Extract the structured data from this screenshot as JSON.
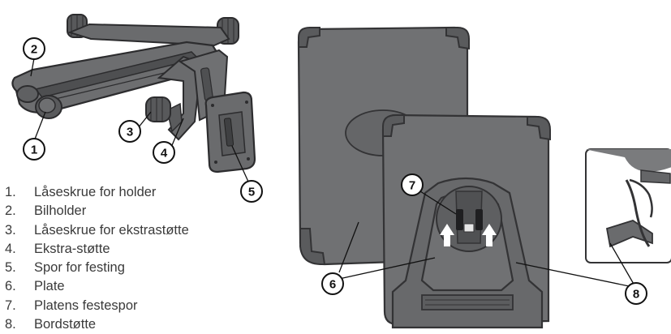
{
  "callouts": [
    "1",
    "2",
    "3",
    "4",
    "5",
    "6",
    "7",
    "8"
  ],
  "legend": [
    {
      "num": "1.",
      "text": "Låseskrue for holder"
    },
    {
      "num": "2.",
      "text": "Bilholder"
    },
    {
      "num": "3.",
      "text": "Låseskrue for ekstrastøtte"
    },
    {
      "num": "4.",
      "text": "Ekstra-støtte"
    },
    {
      "num": "5.",
      "text": "Spor for festing"
    },
    {
      "num": "6.",
      "text": "Plate"
    },
    {
      "num": "7.",
      "text": "Platens festespor"
    },
    {
      "num": "8.",
      "text": "Bordstøtte"
    }
  ],
  "colors": {
    "plate_fill": "#707173",
    "plate_edge": "#333335",
    "bracket_fill": "#6a6b6d",
    "knob_fill": "#58595b",
    "arrow_fill": "#ffffff",
    "legend_text": "#3a3a3a"
  }
}
